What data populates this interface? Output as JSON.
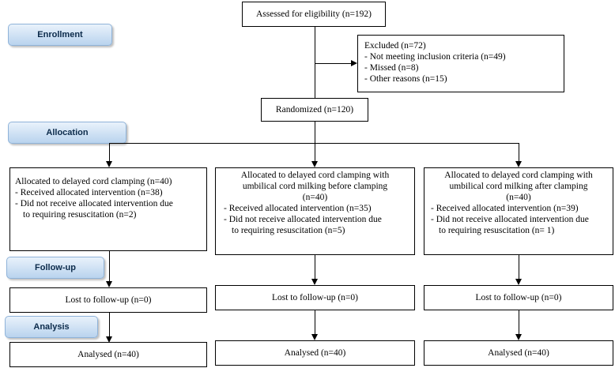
{
  "stages": {
    "enrollment": "Enrollment",
    "allocation": "Allocation",
    "followup": "Follow-up",
    "analysis": "Analysis"
  },
  "assessed": "Assessed for eligibility (n=192)",
  "excluded": {
    "title": "Excluded  (n=72)",
    "items": [
      "-   Not meeting inclusion criteria (n=49)",
      "-   Missed (n=8)",
      "-   Other reasons (n=15)"
    ]
  },
  "randomized": "Randomized (n=120)",
  "arms": [
    {
      "lines": [
        "Allocated to delayed cord clamping (n=40)",
        "- Received allocated intervention (n=38)",
        "- Did not receive allocated intervention due",
        "to requiring resuscitation (n=2)"
      ],
      "followup": "Lost to follow-up (n=0)",
      "analysed": "Analysed (n=40)"
    },
    {
      "lines": [
        "Allocated to delayed cord clamping with",
        "umbilical cord milking before clamping",
        "(n=40)",
        "- Received allocated intervention (n=35)",
        "- Did not receive allocated intervention due",
        "to requiring resuscitation (n=5)"
      ],
      "followup": "Lost to follow-up (n=0)",
      "analysed": "Analysed (n=40)"
    },
    {
      "lines": [
        "Allocated to delayed cord clamping with",
        "umbilical cord milking after clamping",
        "(n=40)",
        "- Received allocated intervention (n=39)",
        "- Did not receive allocated intervention due",
        "to requiring resuscitation (n= 1)"
      ],
      "followup": "Lost to follow-up (n=0)",
      "analysed": "Analysed (n=40)"
    }
  ]
}
